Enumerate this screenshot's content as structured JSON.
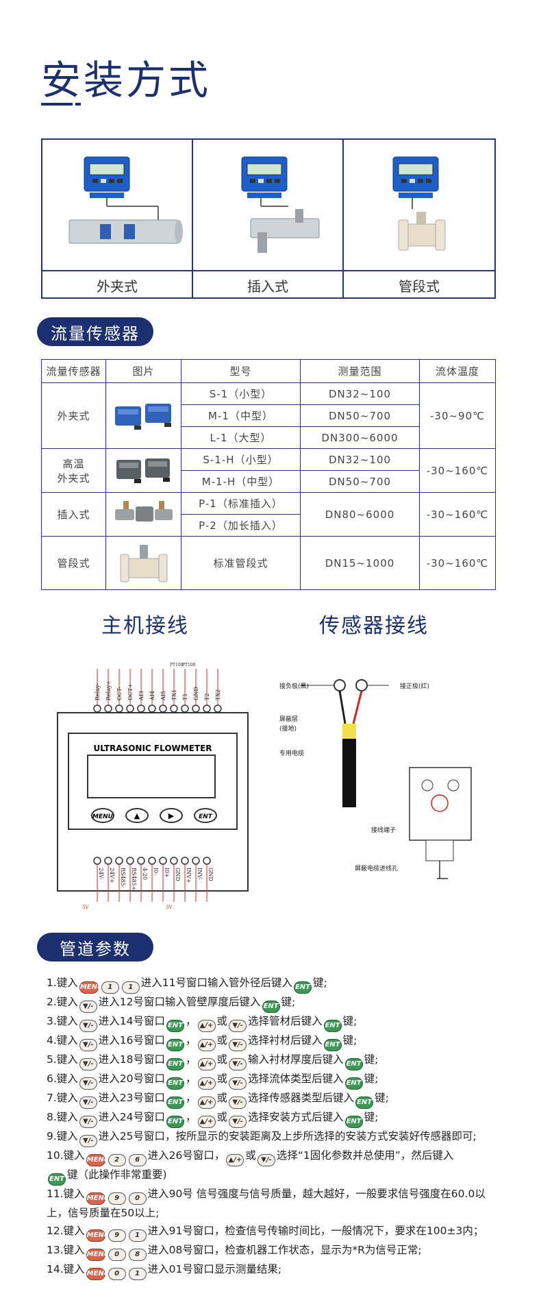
{
  "page_title": "安装方式",
  "install_methods": [
    "外夹式",
    "插入式",
    "管段式"
  ],
  "sensor_section": {
    "title": "流量传感器",
    "headers": [
      "流量传感器",
      "图片",
      "型号",
      "测量范围",
      "流体温度"
    ],
    "groups": [
      {
        "name": "外夹式",
        "rows": [
          [
            "S-1（小型）",
            "DN32~100"
          ],
          [
            "M-1（中型）",
            "DN50~700"
          ],
          [
            "L-1（大型）",
            "DN300~6000"
          ]
        ],
        "temp": "-30~90℃"
      },
      {
        "name": "高温外夹式",
        "name_lines": [
          "高温",
          "外夹式"
        ],
        "rows": [
          [
            "S-1-H（小型）",
            "DN32~100"
          ],
          [
            "M-1-H（中型）",
            "DN50~700"
          ]
        ],
        "temp": "-30~160℃"
      },
      {
        "name": "插入式",
        "rows": [
          [
            "P-1（标准插入）"
          ],
          [
            "P-2（加长插入）"
          ]
        ],
        "range": "DN80~6000",
        "temp": "-30~160℃"
      },
      {
        "name": "管段式",
        "rows": [
          [
            "标准管段式",
            "DN15~1000"
          ]
        ],
        "temp": "-30~160℃"
      }
    ]
  },
  "wiring": {
    "host_title": "主机接线",
    "sensor_title": "传感器接线",
    "top_terminals": [
      "Relay-",
      "Relay+",
      "OCT-",
      "OCT+",
      "AI3",
      "AI4",
      "AI5",
      "TX1",
      "T1",
      "GND",
      "T2",
      "TX2"
    ],
    "top_extra": [
      "PT100",
      "PT100"
    ],
    "bottom_terminals": [
      "24V-",
      "24V+",
      "RS485-",
      "RS485+",
      "4-20",
      "I0-",
      "I0+",
      "GND",
      "INV+",
      "INV-",
      "GND"
    ],
    "bottom_extra": [
      "5V",
      "3V"
    ],
    "device_label": "ULTRASONIC  FLOWMETER",
    "buttons": [
      "MENU",
      "▲",
      "▶",
      "ENT"
    ],
    "sensor_labels": [
      "接负极(黑)",
      "接正极(红)",
      "屏蔽层",
      "(接地)",
      "专用电缆",
      "接线端子",
      "屏蔽电缆进线孔"
    ]
  },
  "pipe_section": {
    "title": "管道参数",
    "key_labels": {
      "menu": "MENU",
      "ent": "ENT",
      "up": "▲/+",
      "down": "▼/-"
    },
    "steps": [
      [
        {
          "t": "1.键入"
        },
        {
          "k": "menu"
        },
        {
          "k": "num",
          "v": "1"
        },
        {
          "k": "num",
          "v": "1"
        },
        {
          "t": "进入11号窗口输入管外径后键入"
        },
        {
          "k": "ent"
        },
        {
          "t": "键;"
        }
      ],
      [
        {
          "t": "2.键入"
        },
        {
          "k": "down"
        },
        {
          "t": "进入12号窗口输入管壁厚度后键入"
        },
        {
          "k": "ent"
        },
        {
          "t": "键;"
        }
      ],
      [
        {
          "t": "3.键入"
        },
        {
          "k": "down"
        },
        {
          "t": "进入14号窗口"
        },
        {
          "k": "ent"
        },
        {
          "t": "，"
        },
        {
          "k": "up"
        },
        {
          "t": "或"
        },
        {
          "k": "down"
        },
        {
          "t": "选择管材后键入"
        },
        {
          "k": "ent"
        },
        {
          "t": "键;"
        }
      ],
      [
        {
          "t": "4.键入"
        },
        {
          "k": "down"
        },
        {
          "t": "进入16号窗口"
        },
        {
          "k": "ent"
        },
        {
          "t": "，"
        },
        {
          "k": "up"
        },
        {
          "t": "或"
        },
        {
          "k": "down"
        },
        {
          "t": "选择衬材后键入"
        },
        {
          "k": "ent"
        },
        {
          "t": "键;"
        }
      ],
      [
        {
          "t": "5.键入"
        },
        {
          "k": "down"
        },
        {
          "t": "进入18号窗口"
        },
        {
          "k": "ent"
        },
        {
          "t": "，"
        },
        {
          "k": "up"
        },
        {
          "t": "或"
        },
        {
          "k": "down"
        },
        {
          "t": "输入衬材厚度后键入"
        },
        {
          "k": "ent"
        },
        {
          "t": "键;"
        }
      ],
      [
        {
          "t": "6.键入"
        },
        {
          "k": "down"
        },
        {
          "t": "进入20号窗口"
        },
        {
          "k": "ent"
        },
        {
          "t": "，"
        },
        {
          "k": "up"
        },
        {
          "t": "或"
        },
        {
          "k": "down"
        },
        {
          "t": "选择流体类型后键入"
        },
        {
          "k": "ent"
        },
        {
          "t": "键;"
        }
      ],
      [
        {
          "t": "7.键入"
        },
        {
          "k": "down"
        },
        {
          "t": "进入23号窗口"
        },
        {
          "k": "ent"
        },
        {
          "t": "，"
        },
        {
          "k": "up"
        },
        {
          "t": "或"
        },
        {
          "k": "down"
        },
        {
          "t": "选择传感器类型后键入"
        },
        {
          "k": "ent"
        },
        {
          "t": "键;"
        }
      ],
      [
        {
          "t": "8.键入"
        },
        {
          "k": "down"
        },
        {
          "t": "进入24号窗口"
        },
        {
          "k": "ent"
        },
        {
          "t": "，"
        },
        {
          "k": "up"
        },
        {
          "t": "或"
        },
        {
          "k": "down"
        },
        {
          "t": "选择安装方式后键入"
        },
        {
          "k": "ent"
        },
        {
          "t": "键;"
        }
      ],
      [
        {
          "t": "9.键入"
        },
        {
          "k": "down"
        },
        {
          "t": "进入25号窗口，按所显示的安装距离及上步所选择的安装方式安装好传感器即可;"
        }
      ],
      [
        {
          "t": "10.键入"
        },
        {
          "k": "menu"
        },
        {
          "k": "num",
          "v": "2"
        },
        {
          "k": "num",
          "v": "6"
        },
        {
          "t": "进入26号窗口，"
        },
        {
          "k": "up"
        },
        {
          "t": "或"
        },
        {
          "k": "down"
        },
        {
          "t": "选择“1固化参数并总使用”，然后键入"
        }
      ],
      [
        {
          "t": "  "
        },
        {
          "k": "ent"
        },
        {
          "t": "键（此操作非常重要)"
        }
      ],
      [
        {
          "t": "11.键入"
        },
        {
          "k": "menu"
        },
        {
          "k": "num",
          "v": "9"
        },
        {
          "k": "num",
          "v": "0"
        },
        {
          "t": "进入90号 信号强度与信号质量，越大越好，一般要求信号强度在60.0以"
        }
      ],
      [
        {
          "t": "上，信号质量在50以上;"
        }
      ],
      [
        {
          "t": "12.键入"
        },
        {
          "k": "menu"
        },
        {
          "k": "num",
          "v": "9"
        },
        {
          "k": "num",
          "v": "1"
        },
        {
          "t": "进入91号窗口，检查信号传输时间比，一般情况下，要求在100±3内；"
        }
      ],
      [
        {
          "t": "13.键入"
        },
        {
          "k": "menu"
        },
        {
          "k": "num",
          "v": "0"
        },
        {
          "k": "num",
          "v": "8"
        },
        {
          "t": "进入08号窗口，检查机器工作状态，显示为*R为信号正常;"
        }
      ],
      [
        {
          "t": "14.键入"
        },
        {
          "k": "menu"
        },
        {
          "k": "num",
          "v": "0"
        },
        {
          "k": "num",
          "v": "1"
        },
        {
          "t": "进入01号窗口显示测量结果;"
        }
      ]
    ]
  }
}
